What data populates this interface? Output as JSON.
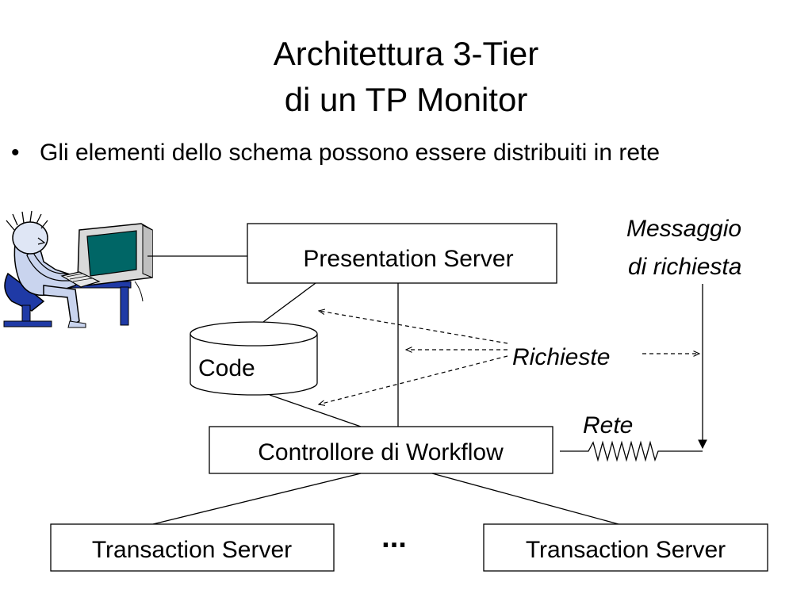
{
  "title": {
    "line1": "Architettura 3-Tier",
    "line2": "di un TP Monitor"
  },
  "bullet": {
    "marker": "•",
    "text": "Gli elementi dello schema possono essere distribuiti in rete"
  },
  "diagram": {
    "presentation_server": "Presentation Server",
    "queue": "Code",
    "workflow_controller": "Controllore di Workflow",
    "transaction_server_left": "Transaction Server",
    "transaction_server_right": "Transaction Server",
    "ellipsis": "...",
    "request_message_line1": "Messaggio",
    "request_message_line2": "di richiesta",
    "requests": "Richieste",
    "network": "Rete"
  },
  "icons": {
    "user": "user-at-computer-icon"
  },
  "colors": {
    "screen": "#006666",
    "chair": "#1f3aa6",
    "monitor": "#d9d9d9"
  }
}
